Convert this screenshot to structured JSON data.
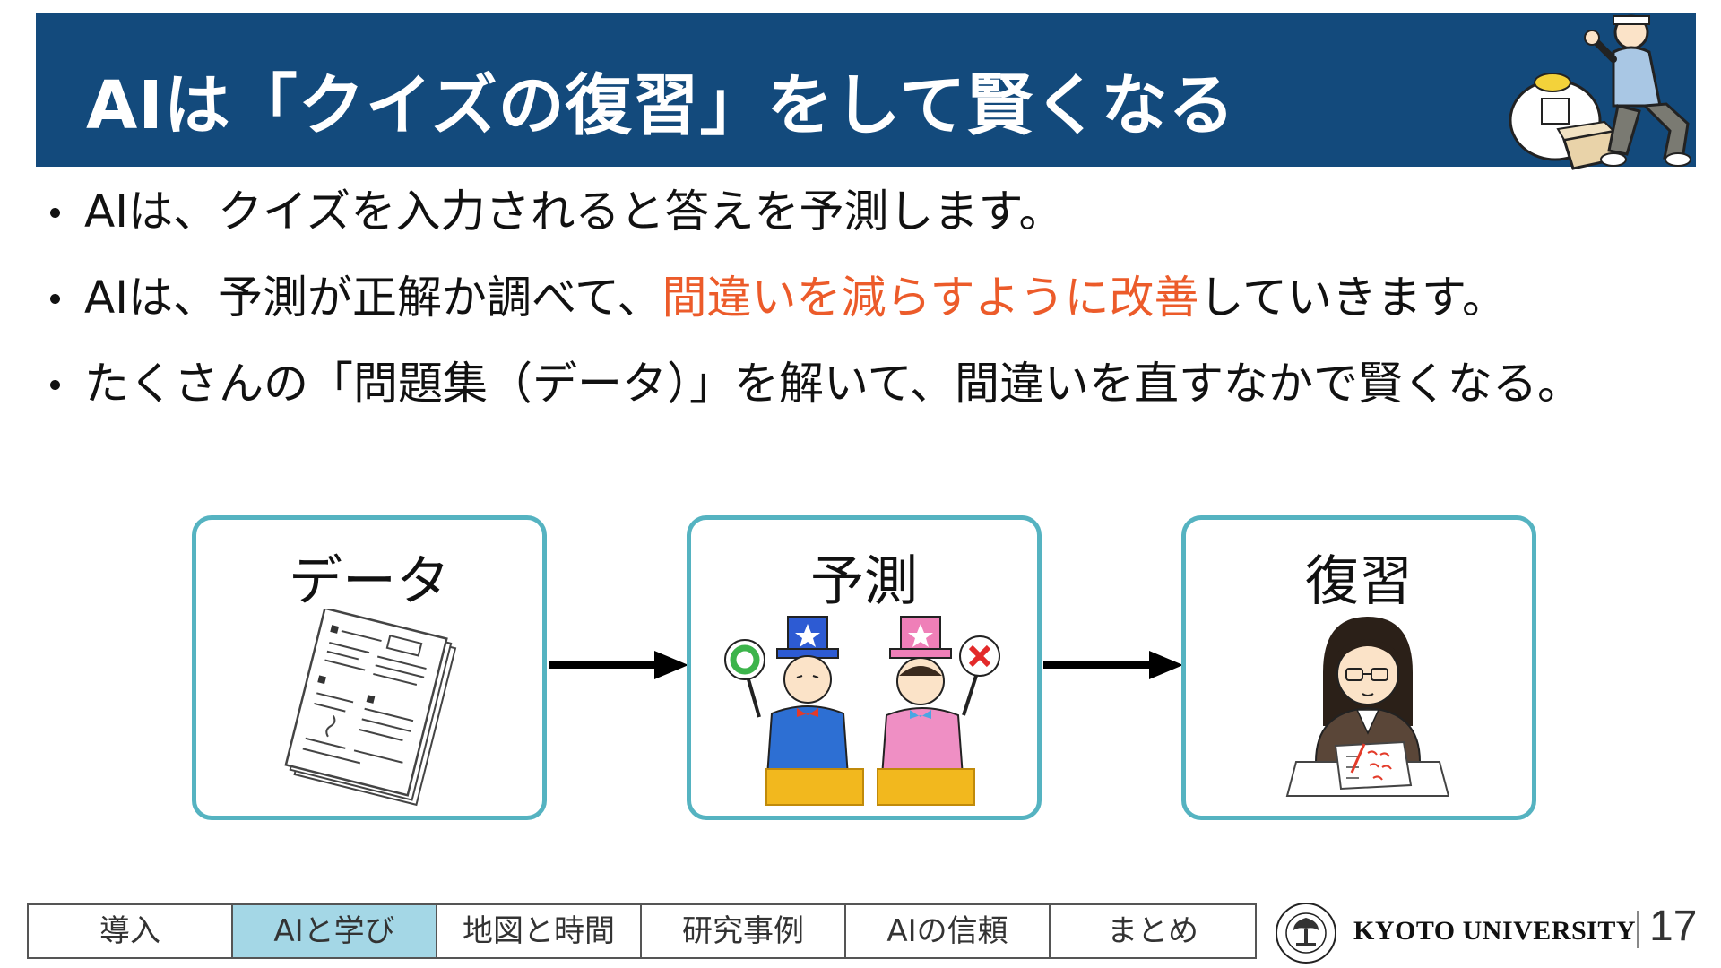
{
  "title": "AIは「クイズの復習」をして賢くなる",
  "bullets": [
    {
      "before": "AIは、クイズを入力されると答えを予測します。",
      "highlight": "",
      "after": ""
    },
    {
      "before": "AIは、予測が正解か調べて、",
      "highlight": "間違いを減らすように改善",
      "after": "していきます。"
    },
    {
      "before": "たくさんの「問題集（データ）」を解いて、間違いを直すなかで賢くなる。",
      "highlight": "",
      "after": ""
    }
  ],
  "flow": [
    {
      "label": "データ",
      "icon": "documents-icon"
    },
    {
      "label": "予測",
      "icon": "quiz-contestants-icon"
    },
    {
      "label": "復習",
      "icon": "student-studying-icon"
    }
  ],
  "nav": {
    "tabs": [
      "導入",
      "AIと学び",
      "地図と時間",
      "研究事例",
      "AIの信頼",
      "まとめ"
    ],
    "active_index": 1
  },
  "footer": {
    "university": "KYOTO UNIVERSITY",
    "page_number": "17"
  },
  "colors": {
    "title_bar": "#134a7c",
    "highlight": "#ec5b2a",
    "box_border": "#55b3c1",
    "nav_active": "#a4d7e6"
  }
}
